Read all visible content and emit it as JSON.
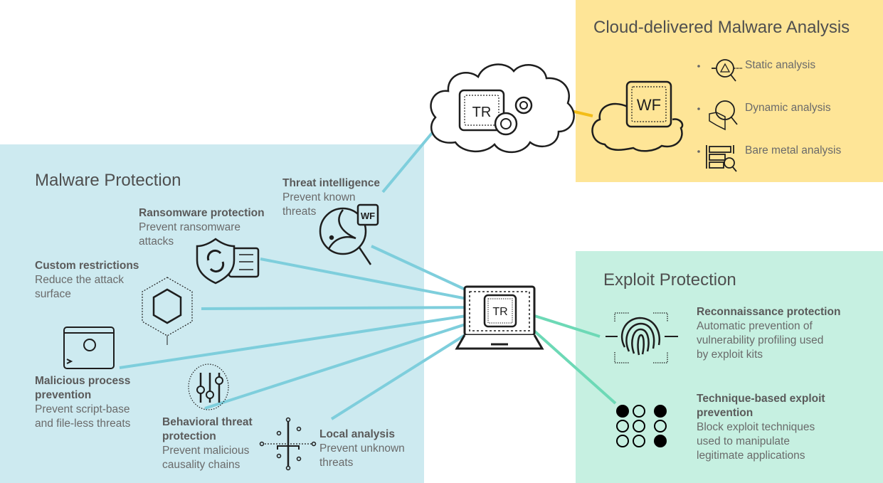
{
  "panels": {
    "malware": {
      "title": "Malware Protection",
      "color": "#cdeaf0",
      "features": [
        {
          "title": "Threat intelligence",
          "desc": [
            "Prevent known",
            "threats"
          ],
          "icon": "threat-intel-wf-icon"
        },
        {
          "title": "Ransomware protection",
          "desc": [
            "Prevent ransomware",
            "attacks"
          ],
          "icon": "ransomware-shield-icon"
        },
        {
          "title": "Custom restrictions",
          "desc": [
            "Reduce the attack",
            "surface"
          ],
          "icon": "hexagon-surface-icon"
        },
        {
          "title": "Malicious process",
          "title2": "prevention",
          "desc": [
            "Prevent script-base",
            "and file-less threats"
          ],
          "icon": "malicious-process-terminal-icon"
        },
        {
          "title": "Behavioral threat",
          "title2": "protection",
          "desc": [
            "Prevent malicious",
            "causality chains"
          ],
          "icon": "behavioral-sliders-icon"
        },
        {
          "title": "Local analysis",
          "desc": [
            "Prevent unknown",
            "threats"
          ],
          "icon": "local-analysis-network-icon"
        }
      ]
    },
    "cloud": {
      "title": "Cloud-delivered Malware Analysis",
      "color": "#fee597",
      "items": [
        {
          "label": "Static analysis",
          "icon": "static-analysis-icon"
        },
        {
          "label": "Dynamic analysis",
          "icon": "dynamic-analysis-icon"
        },
        {
          "label": "Bare metal analysis",
          "icon": "bare-metal-analysis-icon"
        }
      ],
      "badge": "WF"
    },
    "exploit": {
      "title": "Exploit Protection",
      "color": "#c6f0e1",
      "features": [
        {
          "title": "Reconnaissance protection",
          "desc": [
            "Automatic prevention of",
            "vulnerability profiling used",
            "by exploit kits"
          ],
          "icon": "fingerprint-icon"
        },
        {
          "title": "Technique-based exploit",
          "title2": "prevention",
          "desc": [
            "Block exploit techniques",
            "used to manipulate",
            "legitimate applications"
          ],
          "icon": "dot-grid-icon"
        }
      ]
    }
  },
  "center": {
    "laptop_badge": "TR",
    "cloud_badge": "TR",
    "threat_badge": "WF"
  },
  "colors": {
    "line_blue": "#7ecedc",
    "line_green": "#6dd9b6",
    "line_yellow": "#f3bd17",
    "stroke": "#1e1e1e"
  }
}
